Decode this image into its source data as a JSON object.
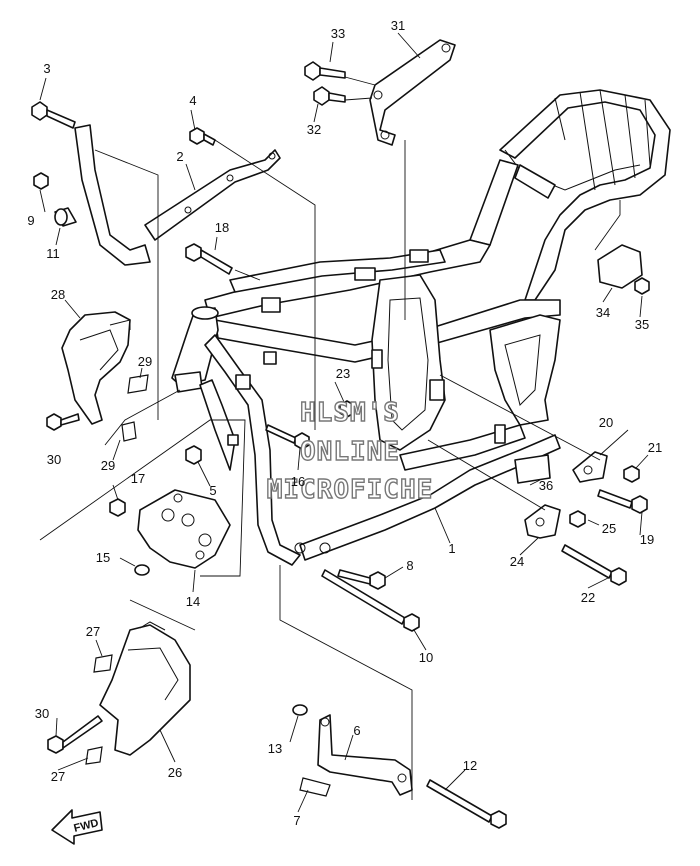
{
  "watermark": {
    "line1": "HLSM'S",
    "line2": "ONLINE",
    "line3": "MICROFICHE"
  },
  "fwd_label": "FWD",
  "callouts": [
    {
      "id": "c1",
      "label": "1"
    },
    {
      "id": "c2",
      "label": "2"
    },
    {
      "id": "c3",
      "label": "3"
    },
    {
      "id": "c4",
      "label": "4"
    },
    {
      "id": "c5",
      "label": "5"
    },
    {
      "id": "c6",
      "label": "6"
    },
    {
      "id": "c7",
      "label": "7"
    },
    {
      "id": "c8",
      "label": "8"
    },
    {
      "id": "c9",
      "label": "9"
    },
    {
      "id": "c10",
      "label": "10"
    },
    {
      "id": "c11",
      "label": "11"
    },
    {
      "id": "c12",
      "label": "12"
    },
    {
      "id": "c13",
      "label": "13"
    },
    {
      "id": "c14",
      "label": "14"
    },
    {
      "id": "c15",
      "label": "15"
    },
    {
      "id": "c16",
      "label": "16"
    },
    {
      "id": "c17",
      "label": "17"
    },
    {
      "id": "c18",
      "label": "18"
    },
    {
      "id": "c19",
      "label": "19"
    },
    {
      "id": "c20",
      "label": "20"
    },
    {
      "id": "c21",
      "label": "21"
    },
    {
      "id": "c22",
      "label": "22"
    },
    {
      "id": "c23",
      "label": "23"
    },
    {
      "id": "c24",
      "label": "24"
    },
    {
      "id": "c25",
      "label": "25"
    },
    {
      "id": "c26",
      "label": "26"
    },
    {
      "id": "c27a",
      "label": "27"
    },
    {
      "id": "c27b",
      "label": "27"
    },
    {
      "id": "c28",
      "label": "28"
    },
    {
      "id": "c29a",
      "label": "29"
    },
    {
      "id": "c29b",
      "label": "29"
    },
    {
      "id": "c30a",
      "label": "30"
    },
    {
      "id": "c30b",
      "label": "30"
    },
    {
      "id": "c31",
      "label": "31"
    },
    {
      "id": "c32",
      "label": "32"
    },
    {
      "id": "c33",
      "label": "33"
    },
    {
      "id": "c34",
      "label": "34"
    },
    {
      "id": "c35",
      "label": "35"
    },
    {
      "id": "c36",
      "label": "36"
    }
  ]
}
